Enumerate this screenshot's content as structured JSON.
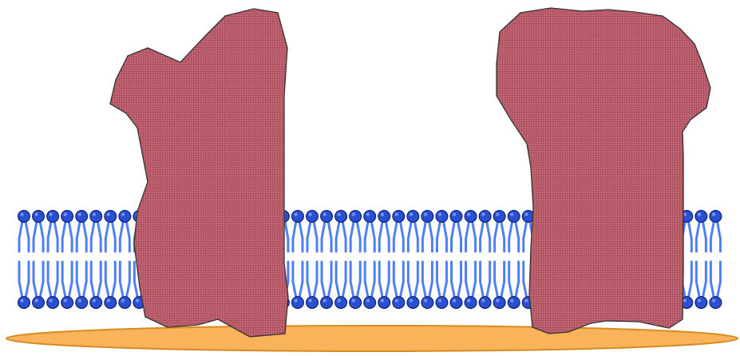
{
  "diagram": {
    "colors": {
      "background": "#ffffff",
      "lipid_head": "#2a4fd0",
      "lipid_head_edge": "#0d2275",
      "lipid_tail": "#4f7ff5",
      "protein_fill": "#b0505f",
      "protein_dot": "#e6a9b3",
      "protein_outline": "#333333",
      "support_fill": "#f8b35b",
      "support_edge": "#d98a1f"
    },
    "membrane": {
      "leaflets": 2,
      "lipids_per_leaflet": 49
    },
    "proteins": [
      {
        "id": "protein-left",
        "role": "transmembrane protein"
      },
      {
        "id": "protein-right",
        "role": "transmembrane protein"
      }
    ],
    "support": {
      "shape": "ellipse"
    }
  }
}
